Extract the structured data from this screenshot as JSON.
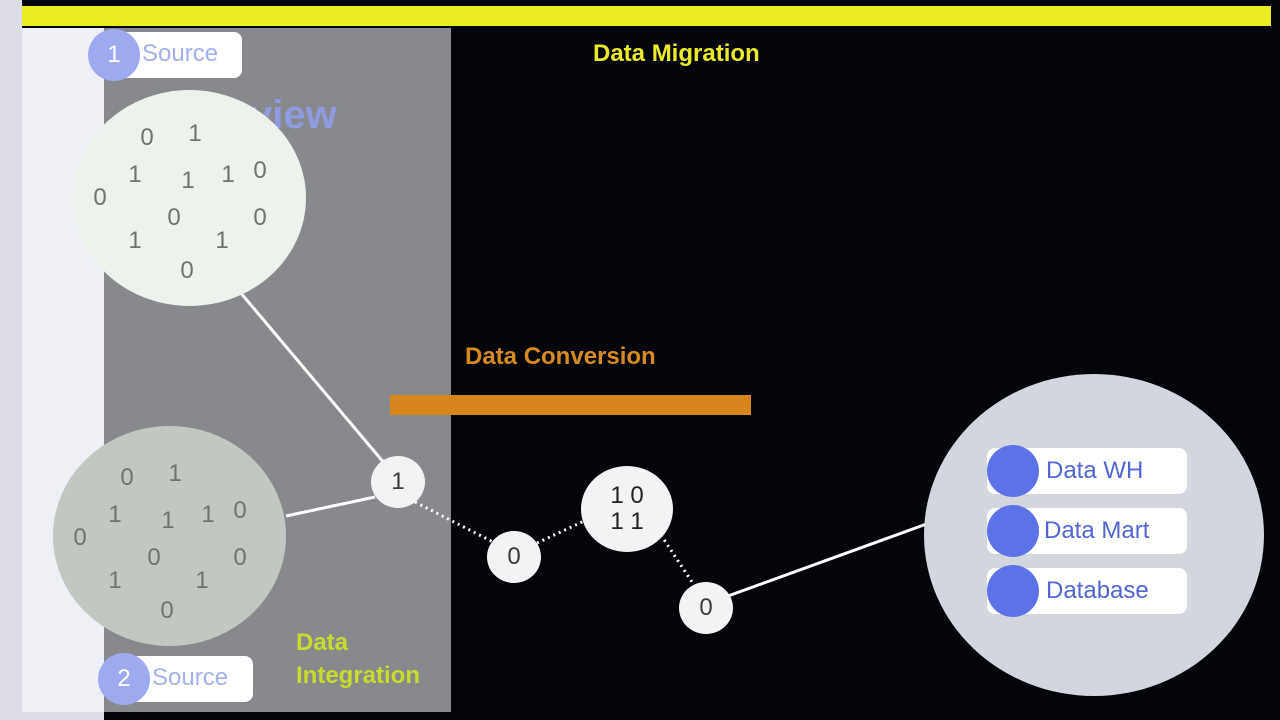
{
  "titles": {
    "migration": "Data Migration",
    "conversion": "Data Conversion",
    "integration": "Data Integration",
    "overview_fragment": "view"
  },
  "sources": [
    {
      "number": "1",
      "label": "Source"
    },
    {
      "number": "2",
      "label": "Source"
    }
  ],
  "cloud1_digits": [
    "0",
    "1",
    "1",
    "1",
    "1",
    "0",
    "0",
    "0",
    "0",
    "1",
    "1",
    "0"
  ],
  "cloud2_digits": [
    "0",
    "1",
    "1",
    "1",
    "1",
    "0",
    "0",
    "0",
    "0",
    "1",
    "1",
    "0"
  ],
  "nodes": {
    "node_a": "1",
    "node_b": "0",
    "node_c_line1": "1 0",
    "node_c_line2": "1 1",
    "node_d": "0"
  },
  "targets": [
    "Data WH",
    "Data Mart",
    "Database"
  ],
  "colors": {
    "migration": "#eaea2a",
    "conversion": "#d88a22",
    "integration": "#c7dc2c",
    "target_dot": "#5b73e6"
  }
}
